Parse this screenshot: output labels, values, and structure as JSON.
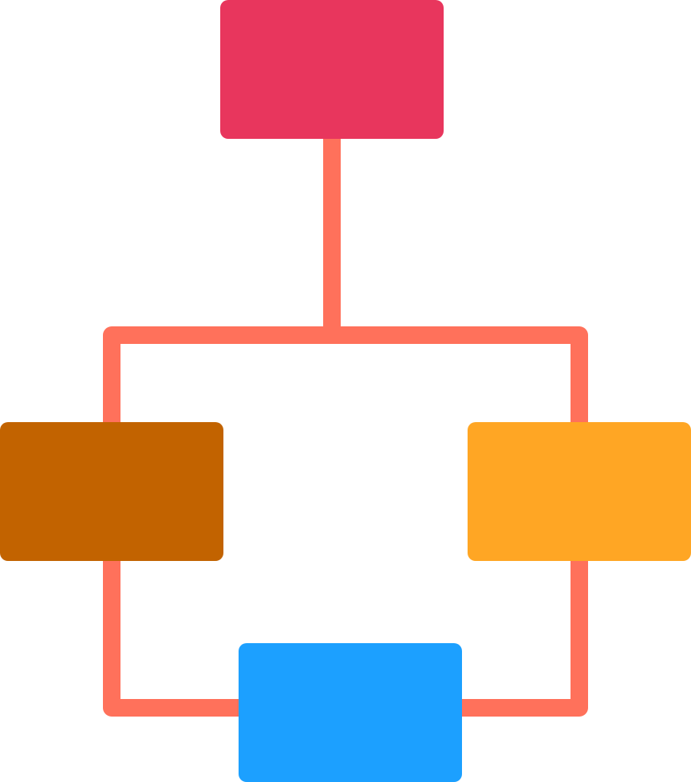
{
  "diagram": {
    "type": "flowchart-icon",
    "colors": {
      "connector": "#FF715B",
      "top_node": "#E8365D",
      "left_node": "#C26300",
      "right_node": "#FFA624",
      "bottom_node": "#1CA0FF",
      "background": "#FFFFFF"
    },
    "nodes": [
      {
        "id": "top",
        "color_key": "top_node"
      },
      {
        "id": "left",
        "color_key": "left_node"
      },
      {
        "id": "right",
        "color_key": "right_node"
      },
      {
        "id": "bottom",
        "color_key": "bottom_node"
      }
    ],
    "edges": [
      {
        "from": "top",
        "to": "left"
      },
      {
        "from": "top",
        "to": "right"
      },
      {
        "from": "left",
        "to": "bottom"
      },
      {
        "from": "right",
        "to": "bottom"
      }
    ]
  }
}
